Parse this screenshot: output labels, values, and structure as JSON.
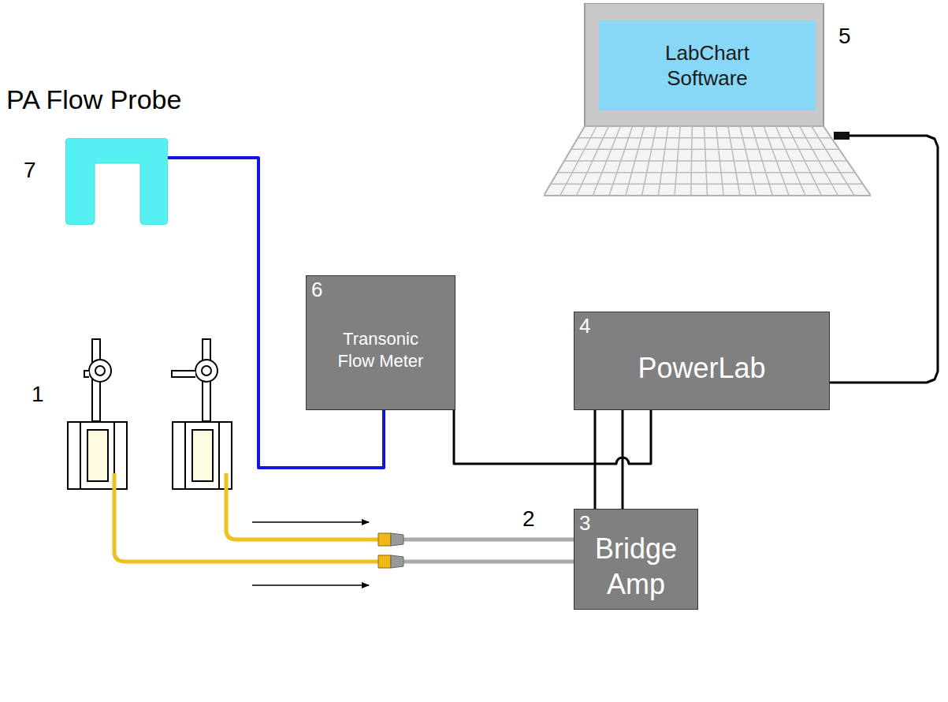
{
  "diagram": {
    "nodes": [
      {
        "text": [
          "LabChart Software"
        ]
      },
      {
        "text": [
          "PA Flow Probe"
        ]
      },
      {
        "text": [
          "6",
          "Transonic Flow Meter"
        ]
      },
      {
        "text": [
          "4",
          "PowerLab"
        ]
      },
      {
        "text": [
          "3",
          "Bridge Amp"
        ]
      }
    ],
    "edges": [
      {
        "from": 1,
        "to": 2,
        "arrow": "none"
      },
      {
        "from": 2,
        "to": 3,
        "arrow": "none"
      },
      {
        "from": 4,
        "to": 3,
        "arrow": "none"
      },
      {
        "from": 4,
        "to": 3,
        "arrow": "none"
      },
      {
        "from": 3,
        "to": 0,
        "arrow": "none"
      }
    ],
    "labels": [
      "1",
      "2",
      "5",
      "7"
    ]
  }
}
